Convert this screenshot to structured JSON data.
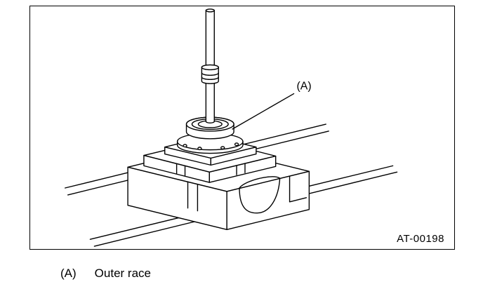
{
  "figure": {
    "code": "AT-00198",
    "callout": "(A)"
  },
  "legend": {
    "key": "(A)",
    "text": "Outer race"
  },
  "colors": {
    "line": "#000000",
    "background": "#ffffff"
  }
}
